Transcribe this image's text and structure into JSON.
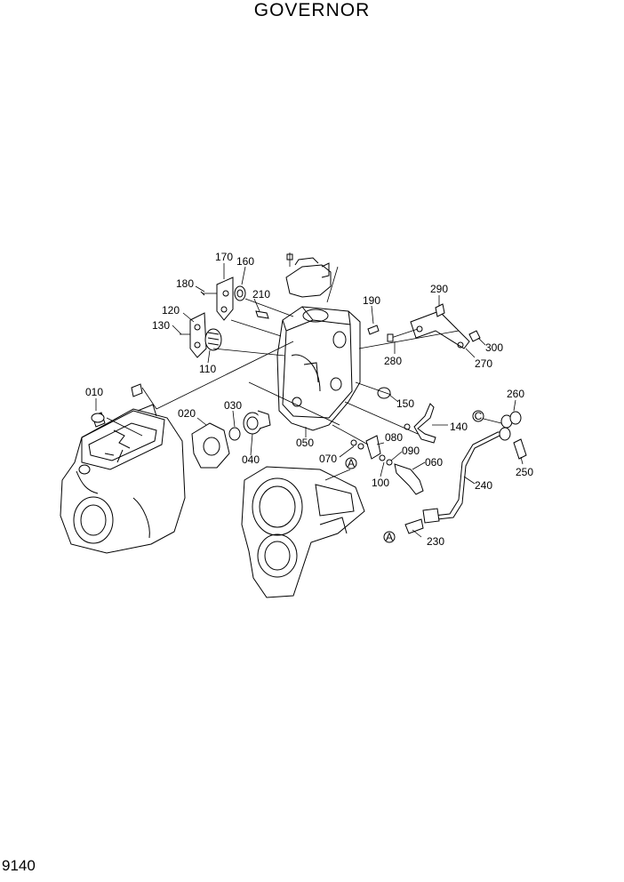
{
  "title": "GOVERNOR",
  "page_number": "9140",
  "callouts": [
    {
      "id": "010",
      "label": "010"
    },
    {
      "id": "020",
      "label": "020"
    },
    {
      "id": "030",
      "label": "030"
    },
    {
      "id": "040",
      "label": "040"
    },
    {
      "id": "050",
      "label": "050"
    },
    {
      "id": "060",
      "label": "060"
    },
    {
      "id": "070",
      "label": "070"
    },
    {
      "id": "080",
      "label": "080"
    },
    {
      "id": "090",
      "label": "090"
    },
    {
      "id": "100",
      "label": "100"
    },
    {
      "id": "110",
      "label": "110"
    },
    {
      "id": "120",
      "label": "120"
    },
    {
      "id": "130",
      "label": "130"
    },
    {
      "id": "140",
      "label": "140"
    },
    {
      "id": "150",
      "label": "150"
    },
    {
      "id": "160",
      "label": "160"
    },
    {
      "id": "170",
      "label": "170"
    },
    {
      "id": "180",
      "label": "180"
    },
    {
      "id": "190",
      "label": "190"
    },
    {
      "id": "210",
      "label": "210"
    },
    {
      "id": "230",
      "label": "230"
    },
    {
      "id": "240",
      "label": "240"
    },
    {
      "id": "250",
      "label": "250"
    },
    {
      "id": "260",
      "label": "260"
    },
    {
      "id": "270",
      "label": "270"
    },
    {
      "id": "280",
      "label": "280"
    },
    {
      "id": "290",
      "label": "290"
    },
    {
      "id": "300",
      "label": "300"
    }
  ],
  "reference_markers": [
    {
      "id": "a1",
      "label": "A"
    },
    {
      "id": "a2",
      "label": "A"
    },
    {
      "id": "c1",
      "label": "C"
    }
  ]
}
